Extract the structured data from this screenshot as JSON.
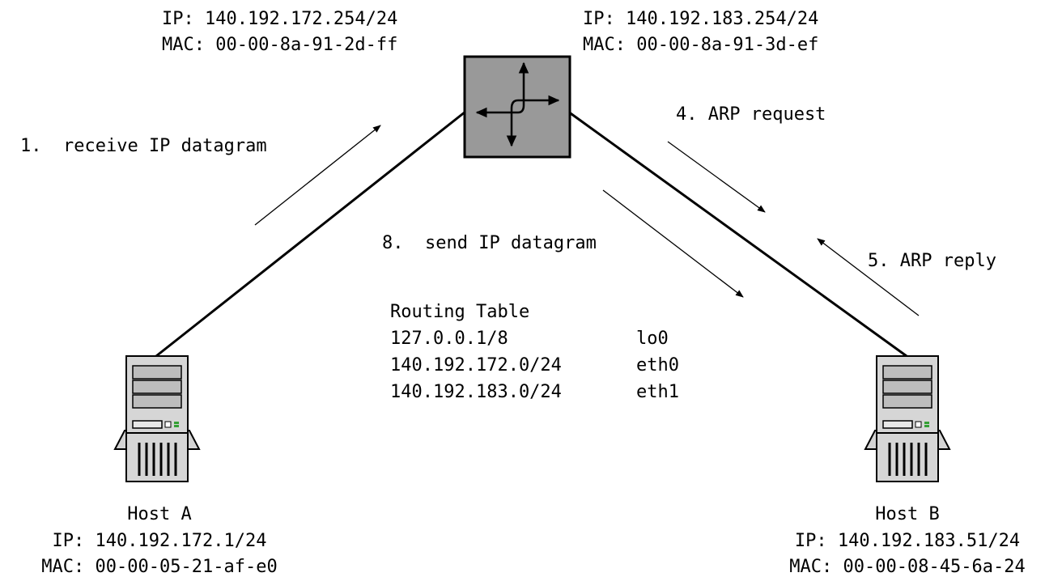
{
  "router": {
    "left_interface": {
      "ip": "IP: 140.192.172.254/24",
      "mac": "MAC: 00-00-8a-91-2d-ff"
    },
    "right_interface": {
      "ip": "IP: 140.192.183.254/24",
      "mac": "MAC: 00-00-8a-91-3d-ef"
    },
    "icon": "router-icon",
    "fill_color": "#999999"
  },
  "steps": {
    "step1": "1.  receive IP datagram",
    "step4": "4. ARP request",
    "step5": "5. ARP reply",
    "step8": "8.  send IP datagram"
  },
  "routing_table": {
    "title": "Routing Table",
    "rows": [
      {
        "network": "127.0.0.1/8",
        "iface": "lo0"
      },
      {
        "network": "140.192.172.0/24",
        "iface": "eth0"
      },
      {
        "network": "140.192.183.0/24",
        "iface": "eth1"
      }
    ]
  },
  "hosts": {
    "a": {
      "name": "Host A",
      "ip": "IP: 140.192.172.1/24",
      "mac": "MAC: 00-00-05-21-af-e0",
      "icon": "server-tower-icon"
    },
    "b": {
      "name": "Host B",
      "ip": "IP: 140.192.183.51/24",
      "mac": "MAC: 00-00-08-45-6a-24",
      "icon": "server-tower-icon"
    }
  }
}
